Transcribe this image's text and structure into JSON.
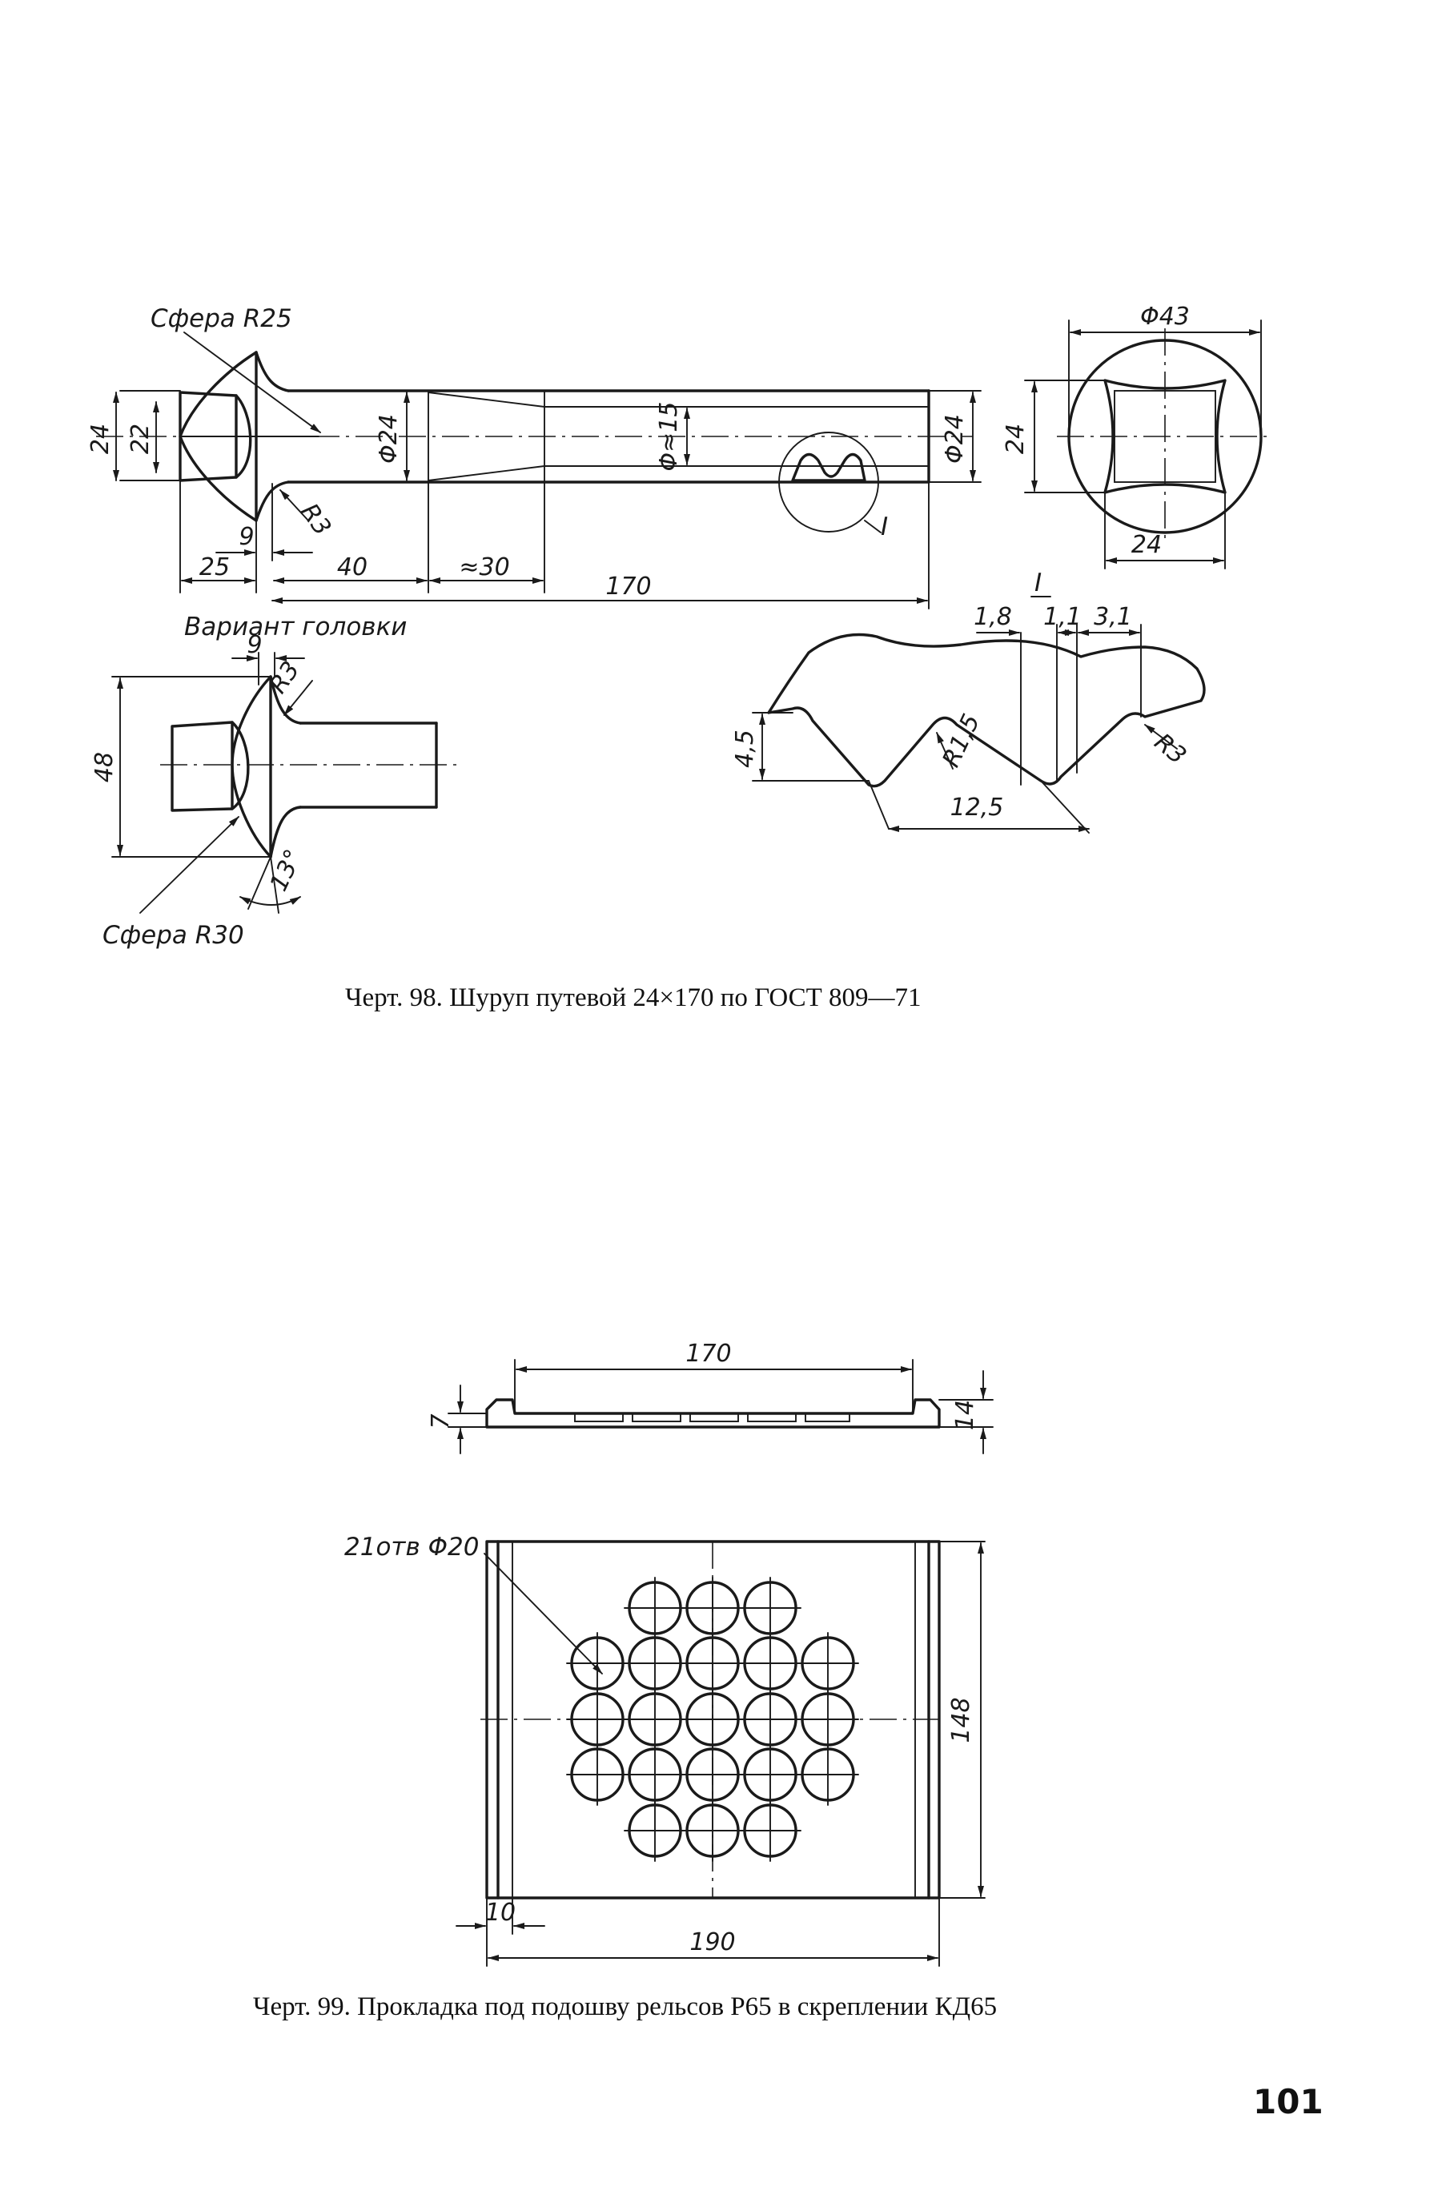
{
  "figure98": {
    "caption": "Черт. 98. Шуруп путевой 24×170 по ГОСТ 809—71",
    "labels": {
      "sphere_r25": "Сфера R25",
      "sphere_r30": "Сфера R30",
      "head_variant": "Вариант головки",
      "detail_marker": "I"
    },
    "dims": {
      "d24_left": "24",
      "d22": "22",
      "phi24_a": "Φ24",
      "phi15": "Φ≈15",
      "phi24_b": "Φ24",
      "r3_main": "R3",
      "d9_main": "9",
      "d25": "25",
      "d40": "40",
      "d30": "≈30",
      "d170": "170",
      "phi43": "Φ43",
      "d24_end_v": "24",
      "d24_end_h": "24",
      "d9_var": "9",
      "r3_var": "R3",
      "d48": "48",
      "angle13": "13°",
      "d1_8": "1,8",
      "d1_1": "1,1",
      "d3_1": "3,1",
      "d4_5": "4,5",
      "r1_5": "R1,5",
      "r3_detail": "R3",
      "d12_5": "12,5"
    }
  },
  "figure99": {
    "caption": "Черт. 99. Прокладка под подошву рельсов Р65 в скреплении КД65",
    "labels": {
      "holes": "21отв Φ20"
    },
    "dims": {
      "d170": "170",
      "d7": "7",
      "d14": "14",
      "d148": "148",
      "d10": "10",
      "d190": "190"
    }
  },
  "page_number": "101"
}
